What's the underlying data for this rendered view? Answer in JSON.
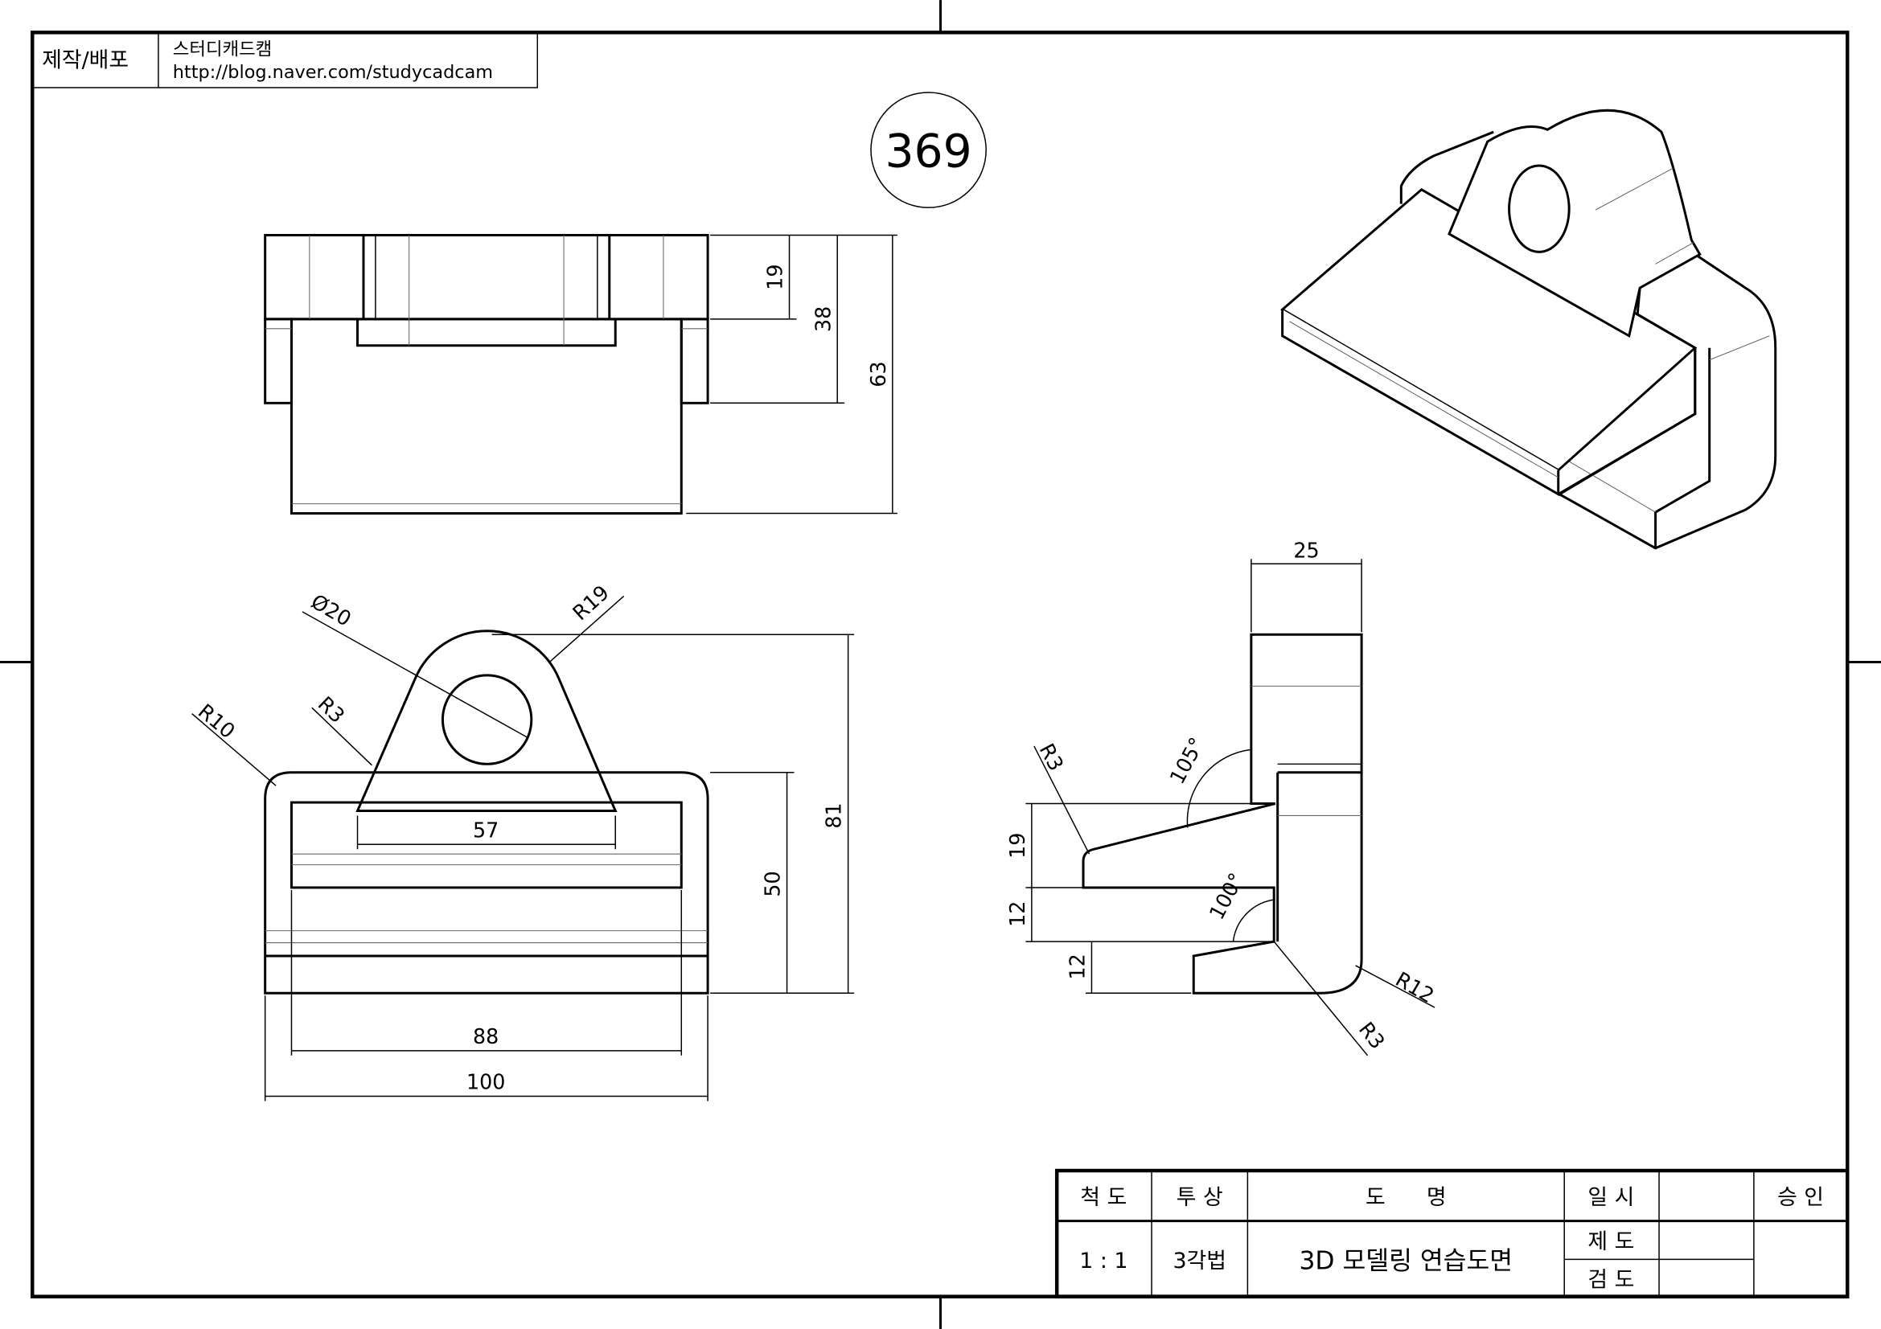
{
  "header": {
    "label": "제작/배포",
    "author": "스터디캐드캠",
    "url": "http://blog.naver.com/studycadcam"
  },
  "drawing_number": "369",
  "top_view": {
    "dims": [
      "19",
      "38",
      "63"
    ]
  },
  "front_view": {
    "dims": [
      "57",
      "88",
      "100",
      "50",
      "81"
    ],
    "labels": [
      "Ø20",
      "R19",
      "R10",
      "R3"
    ]
  },
  "side_view": {
    "dims": [
      "25",
      "19",
      "12",
      "12"
    ],
    "angles": [
      "105°",
      "100°"
    ],
    "labels": [
      "R3",
      "R12",
      "R3"
    ]
  },
  "title_block": {
    "scale_label": "척 도",
    "projection_label": "투 상",
    "name_label": "도      명",
    "date_label": "일 시",
    "approval_label": "승 인",
    "scale": "1 : 1",
    "projection": "3각법",
    "title": "3D 모델링 연습도면",
    "drawn_label": "제 도",
    "checked_label": "검 도"
  }
}
